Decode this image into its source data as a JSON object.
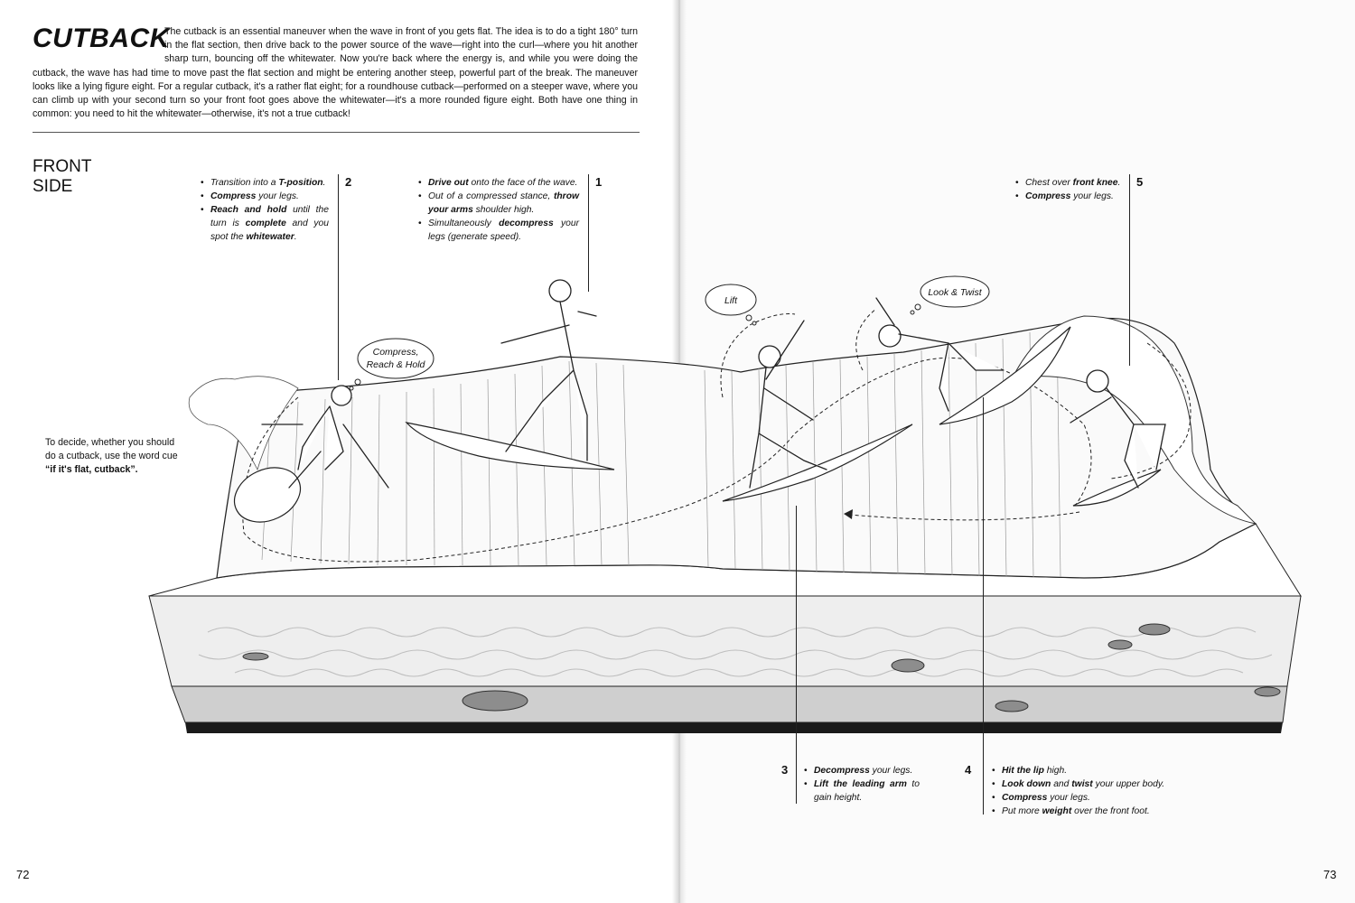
{
  "left_page": {
    "title": "CUTBACK",
    "intro": "The cutback is an essential maneuver when the wave in front of you gets flat. The idea is to do a tight 180° turn in the flat section, then drive back to the power source of the wave—right into the curl—where you hit another sharp turn, bouncing off the whitewater. Now you're back where the energy is, and while you were doing the cutback, the wave has had time to move past the flat section and might be entering another steep, powerful part of the break. The maneuver looks like a lying figure eight. For a regular cutback, it's a rather flat eight; for a roundhouse cutback—performed on a steeper wave, where you can climb up with your second turn so your front foot goes above the whitewater—it's a more rounded figure eight. Both have one thing in common: you need to hit the whitewater—otherwise, it's not a true cutback!",
    "section_line1": "FRONT",
    "section_line2": "SIDE",
    "page_number": "72",
    "tip": {
      "line1": "To decide, whether you should",
      "line2": "do a cutback, use the word cue",
      "cue": "“if it's flat, cutback”."
    }
  },
  "right_page": {
    "page_number": "73"
  },
  "steps": {
    "step1": {
      "number": "1",
      "b1_bold": "Drive out",
      "b1_rest": " onto the face of the wave.",
      "b2_pre": "Out of a compressed stance, ",
      "b2_bold": "throw your arms",
      "b2_rest": " shoulder high.",
      "b3_pre": "Simultaneously ",
      "b3_bold": "decompress",
      "b3_rest": " your legs (generate speed)."
    },
    "step2": {
      "number": "2",
      "b1_pre": "Transition into a ",
      "b1_bold": "T-position",
      "b1_rest": ".",
      "b2_bold": "Compress",
      "b2_rest": " your legs.",
      "b3_bold": "Reach and hold",
      "b3_mid": " until the turn is ",
      "b3_bold2": "complete",
      "b3_mid2": " and you spot the ",
      "b3_bold3": "whitewater",
      "b3_rest": "."
    },
    "step3": {
      "number": "3",
      "b1_bold": "Decompress",
      "b1_rest": " your legs.",
      "b2_bold": "Lift the leading arm",
      "b2_rest": " to gain height."
    },
    "step4": {
      "number": "4",
      "b1_bold": "Hit the lip",
      "b1_rest": " high.",
      "b2_bold": "Look down",
      "b2_mid": " and ",
      "b2_bold2": "twist",
      "b2_rest": " your upper body.",
      "b3_bold": "Compress",
      "b3_rest": " your legs.",
      "b4_pre": "Put more ",
      "b4_bold": "weight",
      "b4_rest": " over the front foot."
    },
    "step5": {
      "number": "5",
      "b1_pre": "Chest over ",
      "b1_bold": "front knee",
      "b1_rest": ".",
      "b2_bold": "Compress",
      "b2_rest": " your legs."
    }
  },
  "bubbles": {
    "compress_line1": "Compress,",
    "compress_line2": "Reach & Hold",
    "lift": "Lift",
    "look_twist": "Look & Twist"
  },
  "colors": {
    "ink": "#111111",
    "sand": "#cfcfcf",
    "water": "#eeeeee",
    "shadow": "#1a1a1a"
  }
}
